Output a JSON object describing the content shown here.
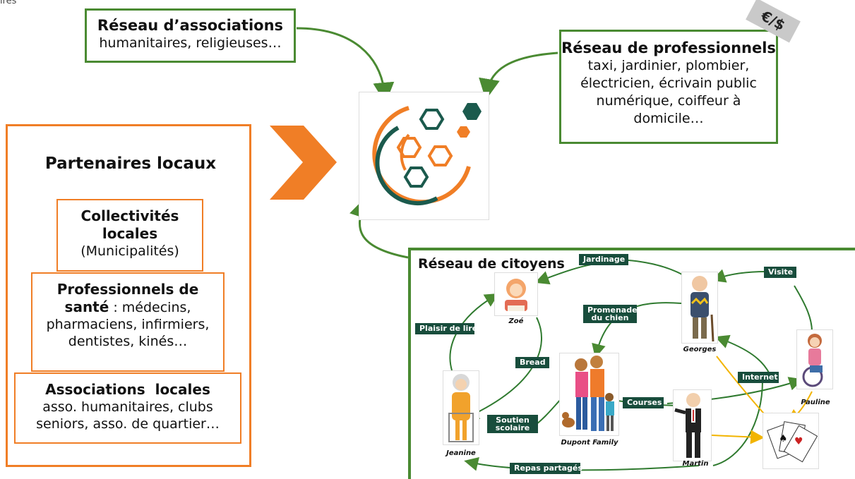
{
  "stray_text": "ires",
  "associations_network": {
    "title": "Réseau d’associations",
    "subtitle": "humanitaires, religieuses…"
  },
  "professionals_network": {
    "title": "Réseau de professionnels",
    "lines": [
      "taxi, jardinier, plombier,",
      "électricien, écrivain public",
      "numérique, coiffeur à",
      "domicile…"
    ],
    "currency_tag": "€/$"
  },
  "local_partners": {
    "title": "Partenaires locaux",
    "collectivites": {
      "title_line1": "Collectivités",
      "title_line2": "locales",
      "detail": "(Municipalités)"
    },
    "health": {
      "title_line1": "Professionnels de",
      "bold_word": "santé",
      "rest_line2": " : médecins,",
      "lines": [
        "pharmaciens, infirmiers,",
        "dentistes, kinés…"
      ]
    },
    "associations": {
      "title": "Associations  locales",
      "lines": [
        "asso. humanitaires, clubs",
        "seniors, asso. de quartier…"
      ]
    }
  },
  "citizens_network": {
    "title": "Réseau de citoyens",
    "tags": {
      "jardinage": "Jardinage",
      "visite": "Visite",
      "promenade": "Promenade du chien",
      "plaisir": "Plaisir de lire",
      "bread": "Bread",
      "internet": "Internet",
      "courses": "Courses",
      "soutien": "Soutien scolaire",
      "repas": "Repas partagés"
    },
    "people": {
      "zoe": "Zoé",
      "georges": "Georges",
      "pauline": "Pauline",
      "jeanine": "Jeanine",
      "dupont": "Dupont Family",
      "martin": "Martin"
    }
  },
  "colors": {
    "green": "#4a8a32",
    "orange": "#f07e26",
    "dark_teal": "#184d3c"
  }
}
